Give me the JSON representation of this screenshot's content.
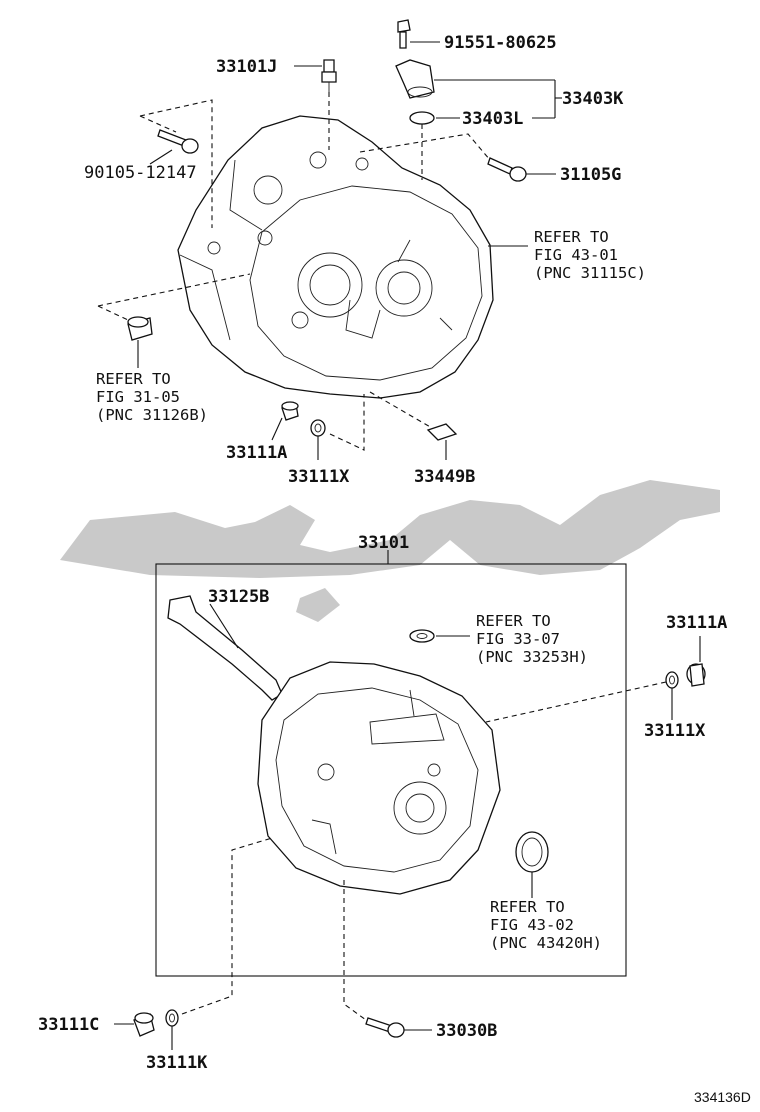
{
  "labels": {
    "p91551_80625": "91551-80625",
    "p33101J": "33101J",
    "p33403K": "33403K",
    "p33403L": "33403L",
    "p90105_12147": "90105-12147",
    "p31105G": "31105G",
    "p33111A_top": "33111A",
    "p33111X_top": "33111X",
    "p33449B": "33449B",
    "p33101": "33101",
    "p33125B": "33125B",
    "p33111A_r": "33111A",
    "p33111X_r": "33111X",
    "p33111C": "33111C",
    "p33111K": "33111K",
    "p33030B": "33030B"
  },
  "refs": {
    "r1": [
      "REFER TO",
      "FIG 43-01",
      "(PNC 31115C)"
    ],
    "r2": [
      "REFER TO",
      "FIG 31-05",
      "(PNC 31126B)"
    ],
    "r3": [
      "REFER TO",
      "FIG 33-07",
      "(PNC 33253H)"
    ],
    "r4": [
      "REFER TO",
      "FIG 43-02",
      "(PNC 43420H)"
    ]
  },
  "diagram_code": "334136D",
  "colors": {
    "line": "#111111",
    "watermark": "#c9c9c9"
  }
}
